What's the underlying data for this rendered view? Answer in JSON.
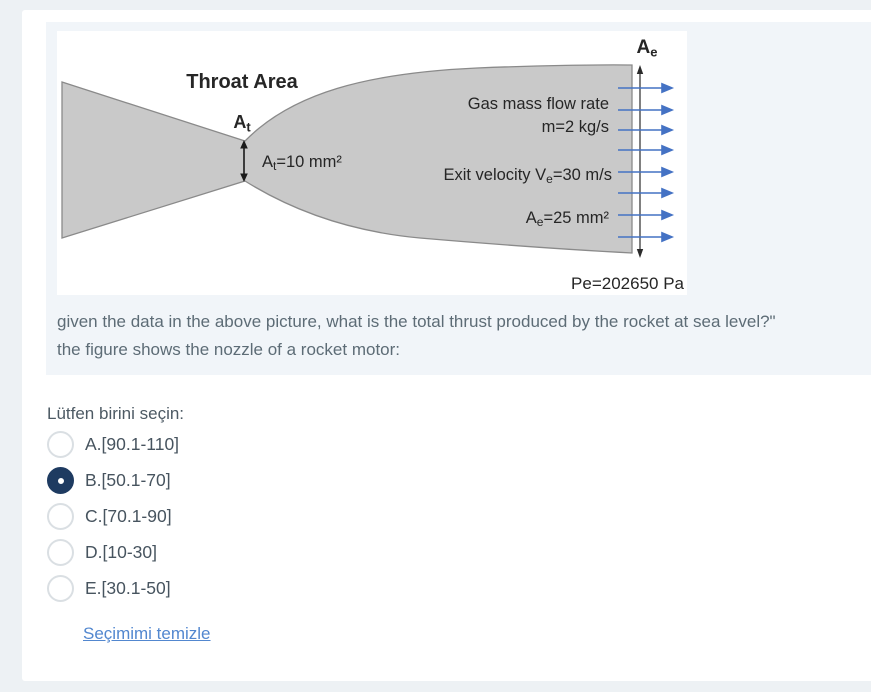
{
  "figure": {
    "throat_title": "Throat Area",
    "throat_symbol": {
      "main": "A",
      "sub": "t"
    },
    "throat_area_label": {
      "pre": "A",
      "sub": "t",
      "post": "=10 mm²"
    },
    "mass_flow_line1": "Gas mass flow rate",
    "mass_flow_line2": "m=2 kg/s",
    "exit_velocity_label": {
      "pre": "Exit velocity V",
      "sub": "e",
      "post": "=30 m/s"
    },
    "exit_area_label": {
      "pre": "A",
      "sub": "e",
      "post": "=25 mm²"
    },
    "exit_symbol": {
      "main": "A",
      "sub": "e"
    },
    "exit_pressure_label": "Pe=202650 Pa",
    "colors": {
      "nozzle_fill": "#c9c9c9",
      "nozzle_stroke": "#8a8a8a",
      "flow_arrow_blue": "#4472c4",
      "dimension_black": "#1a1a1a"
    }
  },
  "question": {
    "text_line1": "given the data in the above picture, what is the total thrust produced by the rocket at sea level?\"",
    "text_line2": "the figure shows the nozzle of a rocket motor:",
    "prompt": "Lütfen birini seçin:",
    "options": [
      {
        "label": "A.[90.1-110]",
        "selected": false
      },
      {
        "label": "B.[50.1-70]",
        "selected": true
      },
      {
        "label": "C.[70.1-90]",
        "selected": false
      },
      {
        "label": "D.[10-30]",
        "selected": false
      },
      {
        "label": "E.[30.1-50]",
        "selected": false
      }
    ],
    "clear_link": "Seçimimi temizle"
  }
}
